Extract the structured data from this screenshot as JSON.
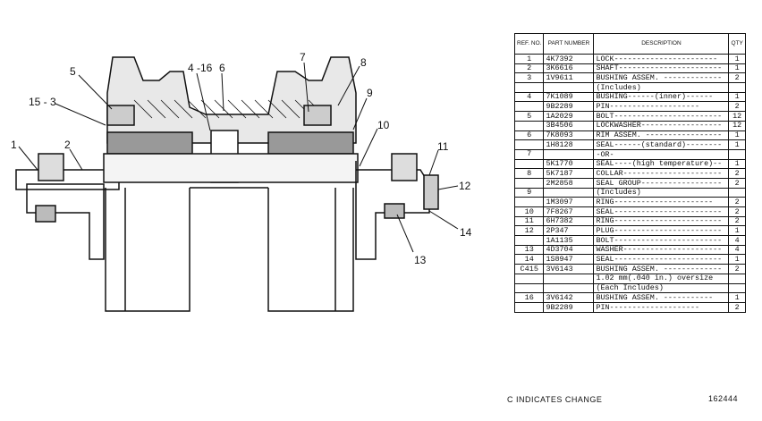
{
  "diagram": {
    "callouts": [
      "1",
      "2",
      "15 - 3",
      "5",
      "4 -16",
      "6",
      "7",
      "8",
      "9",
      "10",
      "11",
      "12",
      "13",
      "14"
    ]
  },
  "table": {
    "headers": [
      "REF. NO.",
      "PART NUMBER",
      "DESCRIPTION",
      "QTY"
    ],
    "rows": [
      {
        "ref": "1",
        "part": "4K7392",
        "desc": "LOCK-----------------------",
        "qty": "1"
      },
      {
        "ref": "2",
        "part": "3K6616",
        "desc": "SHAFT-----------------------",
        "qty": "1"
      },
      {
        "ref": "3",
        "part": "1V9611",
        "desc": "BUSHING ASSEM. -------------",
        "qty": "2"
      },
      {
        "ref": "",
        "part": "",
        "desc": "   (Includes)",
        "qty": ""
      },
      {
        "ref": "4",
        "part": "7K1089",
        "desc": "  BUSHING------(inner)------",
        "qty": "1"
      },
      {
        "ref": "",
        "part": "9B2289",
        "desc": "  PIN--------------------",
        "qty": "2"
      },
      {
        "ref": "5",
        "part": "1A2029",
        "desc": "BOLT------------------------",
        "qty": "12"
      },
      {
        "ref": "",
        "part": "3B4506",
        "desc": "LOCKWASHER------------------",
        "qty": "12"
      },
      {
        "ref": "6",
        "part": "7K8093",
        "desc": "RIM ASSEM. -----------------",
        "qty": "1"
      },
      {
        "ref": "",
        "part": "1H8128",
        "desc": "SEAL------(standard)--------",
        "qty": "1"
      },
      {
        "ref": "7",
        "part": "",
        "desc": "          -OR-",
        "qty": ""
      },
      {
        "ref": "",
        "part": "5K1770",
        "desc": "SEAL----(high temperature)--",
        "qty": "1"
      },
      {
        "ref": "8",
        "part": "5K7187",
        "desc": "COLLAR----------------------",
        "qty": "2"
      },
      {
        "ref": "",
        "part": "2M2858",
        "desc": "SEAL GROUP------------------",
        "qty": "2"
      },
      {
        "ref": "9",
        "part": "",
        "desc": "   (Includes)",
        "qty": ""
      },
      {
        "ref": "",
        "part": "1M3097",
        "desc": "  RING----------------------",
        "qty": "2"
      },
      {
        "ref": "10",
        "part": "7F8267",
        "desc": "SEAL------------------------",
        "qty": "2"
      },
      {
        "ref": "11",
        "part": "6H7382",
        "desc": "RING------------------------",
        "qty": "2"
      },
      {
        "ref": "12",
        "part": "2P347",
        "desc": "PLUG------------------------",
        "qty": "1"
      },
      {
        "ref": "",
        "part": "1A1135",
        "desc": "BOLT------------------------",
        "qty": "4"
      },
      {
        "ref": "13",
        "part": "4D3704",
        "desc": "WASHER----------------------",
        "qty": "4"
      },
      {
        "ref": "14",
        "part": "1S8947",
        "desc": "SEAL------------------------",
        "qty": "1"
      },
      {
        "ref": "C415",
        "part": "3V6143",
        "desc": "BUSHING ASSEM. -------------",
        "qty": "2"
      },
      {
        "ref": "",
        "part": "",
        "desc": "   1.02 mm(.040 in.) oversize",
        "qty": ""
      },
      {
        "ref": "",
        "part": "",
        "desc": "   (Each Includes)",
        "qty": ""
      },
      {
        "ref": "16",
        "part": "3V6142",
        "desc": "  BUSHING ASSEM. -----------",
        "qty": "1"
      },
      {
        "ref": "",
        "part": "9B2289",
        "desc": "  PIN--------------------",
        "qty": "2"
      }
    ]
  },
  "footer": {
    "note": "C INDICATES CHANGE",
    "id": "162444"
  }
}
